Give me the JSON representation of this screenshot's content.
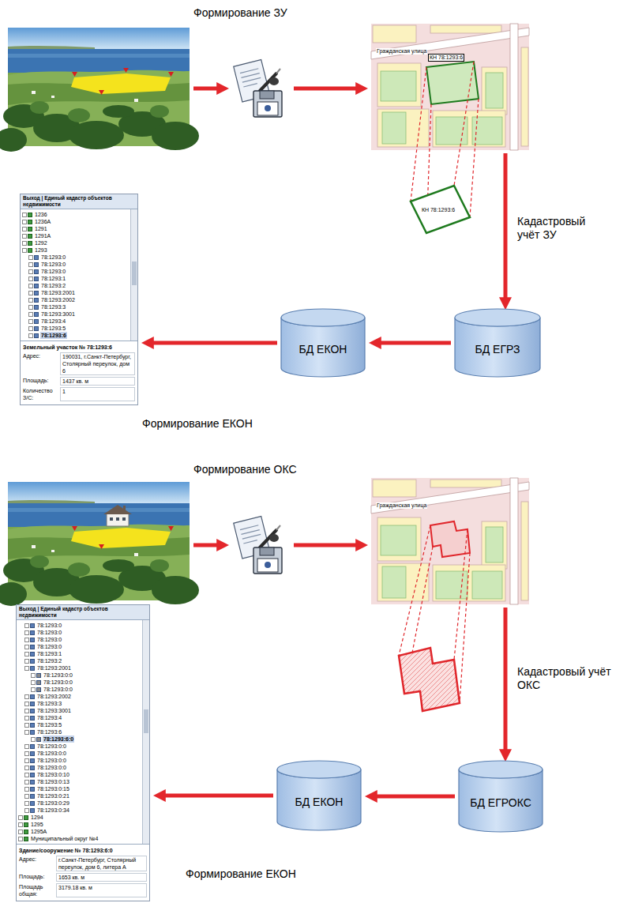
{
  "diagram": {
    "nodes": [
      {
        "text": [
          "Гражданская улица",
          "КН 78:1293:6"
        ]
      },
      {
        "text": [
          "КН 78:1293:6"
        ]
      },
      {
        "text": [
          "Выход | Единый кадастр объектов недвижимости",
          "1236",
          "1236А",
          "1291",
          "1291А",
          "1292",
          "1293",
          "78:1293:0",
          "78:1293:0",
          "78:1293:0",
          "78:1293:1",
          "78:1293:2",
          "78:1293:2001",
          "78:1293:2002",
          "78:1293:3",
          "78:1293:3001",
          "78:1293:4",
          "78:1293:5",
          "78:1293:6",
          "Земельный участок № 78:1293:6",
          "Адрес:",
          "190031, г.Санкт-Петербург, Столярный переулок, дом 6",
          "Площадь:",
          "1437 кв. м",
          "Количество З/С:",
          "1"
        ]
      },
      {
        "text": [
          "БД ЕКОН"
        ]
      },
      {
        "text": [
          "БД ЕГРЗ"
        ]
      },
      {
        "text": [
          "Гражданская улица"
        ]
      },
      {
        "text": [
          "Выход | Единый кадастр объектов недвижимости",
          "78:1293:0",
          "78:1293:0",
          "78:1293:0",
          "78:1293:0",
          "78:1293:1",
          "78:1293:2",
          "78:1293:2001",
          "78:1293:0:0",
          "78:1293:0:0",
          "78:1293:0:0",
          "78:1293:2002",
          "78:1293:3",
          "78:1293:3001",
          "78:1293:4",
          "78:1293:5",
          "78:1293:6",
          "78:1293:6:0",
          "78:1293:0:0",
          "78:1293:0:0",
          "78:1293:0:0",
          "78:1293:0:0",
          "78:1293:0:10",
          "78:1293:0:13",
          "78:1293:0:15",
          "78:1293:0:21",
          "78:1293:0:29",
          "78:1293:0:34",
          "1294",
          "1295",
          "1295А",
          "Муниципальный округ №4",
          "Здание/сооружение № 78:1293:6:0",
          "Адрес:",
          "г.Санкт-Петербург, Столярный переулок, дом 6, литера А",
          "Площадь:",
          "1653 кв. м",
          "Площадь общая:",
          "3179.18 кв. м"
        ]
      },
      {
        "text": [
          "БД ЕКОН"
        ]
      },
      {
        "text": [
          "БД ЕГРОКС"
        ]
      }
    ],
    "edges": [
      {
        "from": 0,
        "to": 4,
        "arrow": "to",
        "label": "Кадастровый учёт ЗУ"
      },
      {
        "from": 4,
        "to": 3,
        "arrow": "to"
      },
      {
        "from": 3,
        "to": 2,
        "arrow": "to"
      },
      {
        "from": 5,
        "to": 8,
        "arrow": "to",
        "label": "Кадастровый учёт ОКС"
      },
      {
        "from": 8,
        "to": 7,
        "arrow": "to"
      },
      {
        "from": 7,
        "to": 6,
        "arrow": "to"
      }
    ],
    "labels": [
      "Формирование ЗУ",
      "Формирование ЕКОН",
      "Формирование ОКС",
      "Формирование ЕКОН"
    ]
  }
}
